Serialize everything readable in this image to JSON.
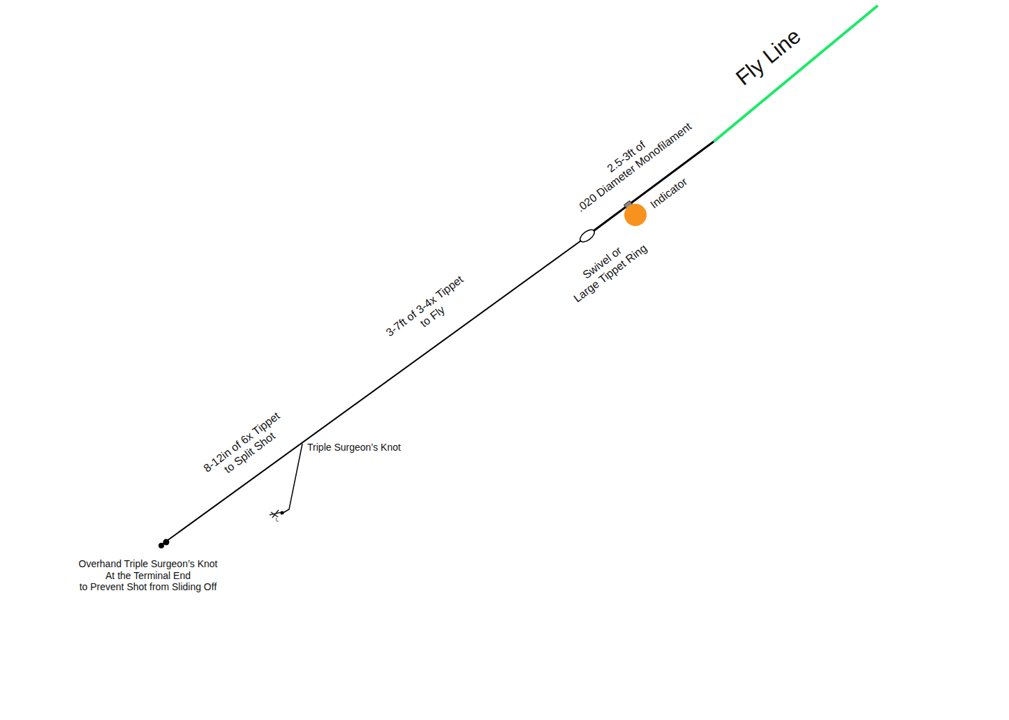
{
  "diagram": {
    "labels": [
      "Fly Line",
      "2.5-3ft of .020 Diameter Monofilament",
      "Indicator",
      "Swivel or Large Tippet Ring",
      "3-7ft of 3-4x Tippet to Fly",
      "Triple Surgeon’s Knot",
      "8-12in of 6x Tippet to Split Shot",
      "Overhand Triple Surgeon’s Knot At the Terminal End to Prevent Shot from Sliding Off"
    ]
  }
}
